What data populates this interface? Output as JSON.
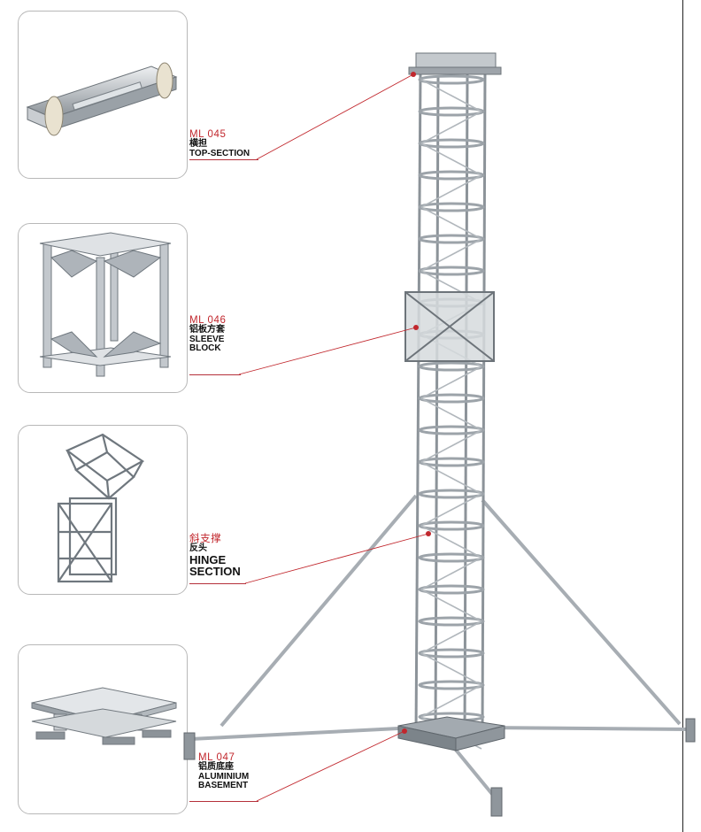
{
  "parts": [
    {
      "code": "ML 045",
      "name_cn": "横担",
      "name_en": [
        "TOP-SECTION"
      ]
    },
    {
      "code": "ML 046",
      "name_cn": "铝板方套",
      "name_en": [
        "SLEEVE",
        "BLOCK"
      ]
    },
    {
      "code": "斜支撑",
      "name_cn": "反头",
      "name_en": [
        "HINGE",
        "SECTION"
      ]
    },
    {
      "code": "ML 047",
      "name_cn": "铝质底座",
      "name_en": [
        "ALUMINIUM",
        "BASEMENT"
      ]
    }
  ],
  "colors": {
    "accent": "#c1272d",
    "metal": "#b9bec4",
    "metal_dark": "#7d858d",
    "border": "#b8b8b8"
  }
}
